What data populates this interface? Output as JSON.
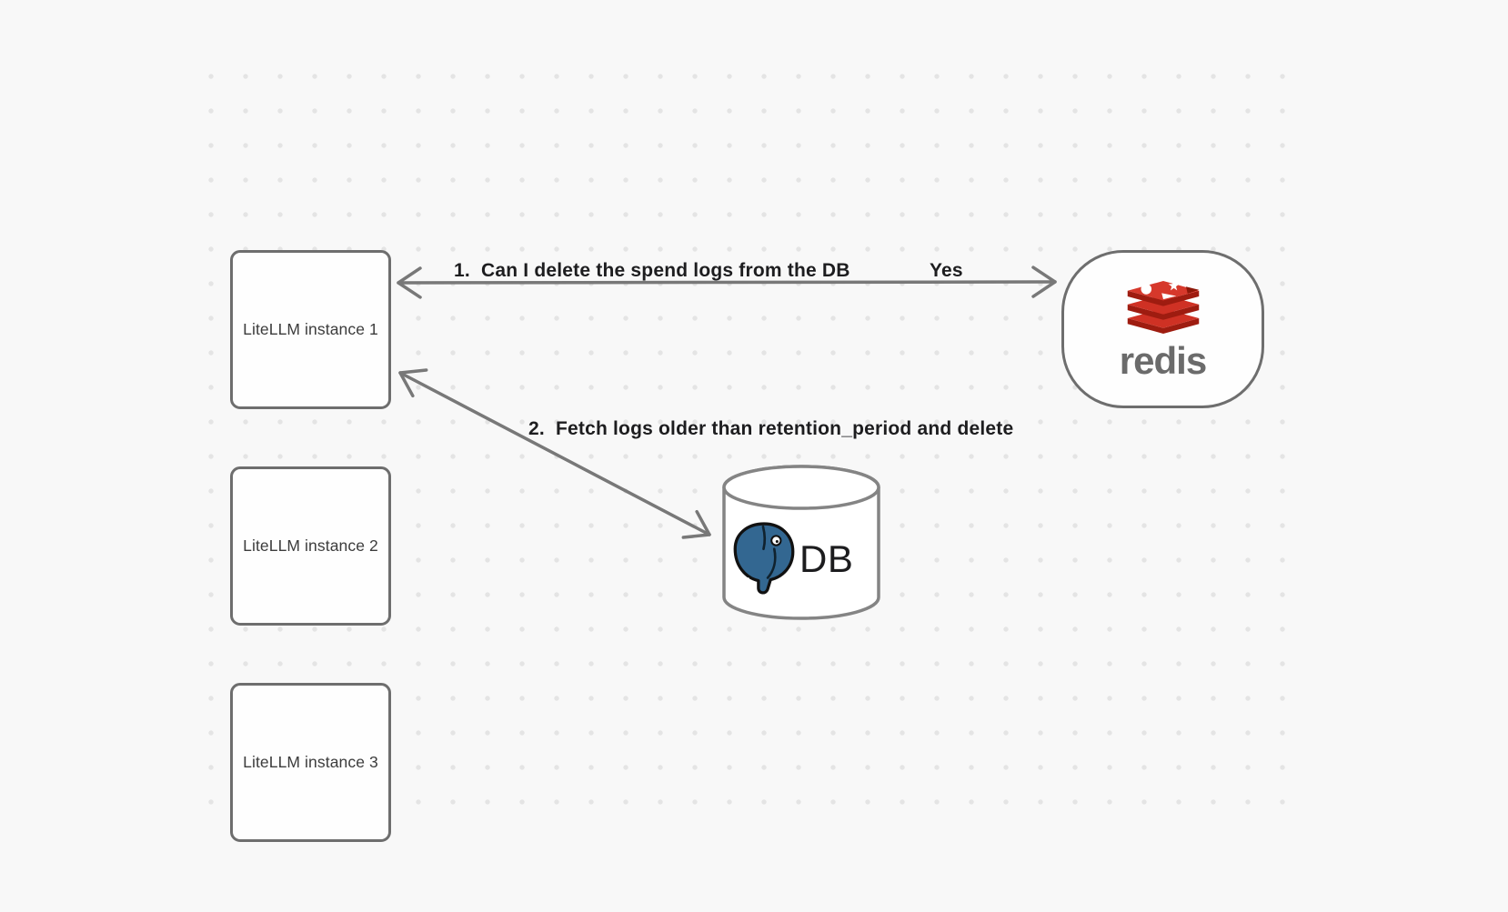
{
  "diagram": {
    "background": {
      "color": "#f8f8f8",
      "dot_color": "#e4e4e4"
    },
    "nodes": {
      "litellm_instances": [
        {
          "label": "LiteLLM instance 1"
        },
        {
          "label": "LiteLLM instance 2"
        },
        {
          "label": "LiteLLM instance 3"
        }
      ],
      "redis": {
        "wordmark": "redis",
        "icon": "redis-logo-icon",
        "brand_red": "#cf3124",
        "brand_dark_red": "#9e1c10",
        "wordmark_color": "#6b6b6b"
      },
      "database": {
        "label": "DB",
        "icon": "postgresql-elephant-icon",
        "postgres_blue": "#336791"
      }
    },
    "edges": [
      {
        "from": "LiteLLM instance 1",
        "to": "redis",
        "label": "1.  Can I delete the spend logs from the DB",
        "response": "Yes",
        "style": "double-arrow"
      },
      {
        "from": "LiteLLM instance 1",
        "to": "DB",
        "label": "2.  Fetch logs older than retention_period and delete",
        "style": "double-arrow"
      }
    ]
  }
}
